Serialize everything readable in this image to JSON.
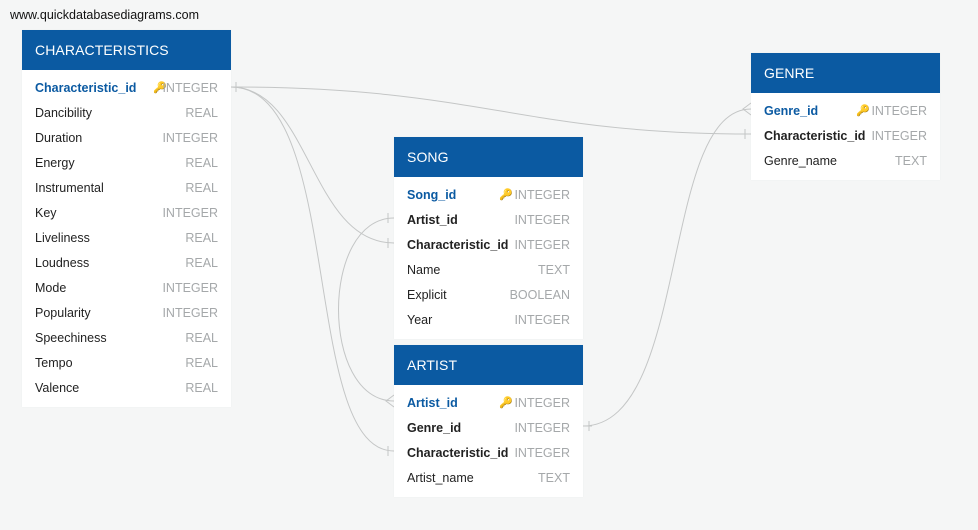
{
  "watermark": "www.quickdatabasediagrams.com",
  "key_icon": "🔑",
  "colors": {
    "header": "#0b5aa2",
    "background": "#f5f6f6",
    "line": "#c4c6c6",
    "pk_text": "#0b5aa2",
    "type_text": "#a5a8aa"
  },
  "tables": {
    "characteristics": {
      "title": "CHARACTERISTICS",
      "columns": [
        {
          "name": "Characteristic_id",
          "type": "INTEGER",
          "key": "pk"
        },
        {
          "name": "Dancibility",
          "type": "REAL"
        },
        {
          "name": "Duration",
          "type": "INTEGER"
        },
        {
          "name": "Energy",
          "type": "REAL"
        },
        {
          "name": "Instrumental",
          "type": "REAL"
        },
        {
          "name": "Key",
          "type": "INTEGER"
        },
        {
          "name": "Liveliness",
          "type": "REAL"
        },
        {
          "name": "Loudness",
          "type": "REAL"
        },
        {
          "name": "Mode",
          "type": "INTEGER"
        },
        {
          "name": "Popularity",
          "type": "INTEGER"
        },
        {
          "name": "Speechiness",
          "type": "REAL"
        },
        {
          "name": "Tempo",
          "type": "REAL"
        },
        {
          "name": "Valence",
          "type": "REAL"
        }
      ]
    },
    "song": {
      "title": "SONG",
      "columns": [
        {
          "name": "Song_id",
          "type": "INTEGER",
          "key": "pk"
        },
        {
          "name": "Artist_id",
          "type": "INTEGER",
          "key": "fk"
        },
        {
          "name": "Characteristic_id",
          "type": "INTEGER",
          "key": "fk"
        },
        {
          "name": "Name",
          "type": "TEXT"
        },
        {
          "name": "Explicit",
          "type": "BOOLEAN"
        },
        {
          "name": "Year",
          "type": "INTEGER"
        }
      ]
    },
    "artist": {
      "title": "ARTIST",
      "columns": [
        {
          "name": "Artist_id",
          "type": "INTEGER",
          "key": "pk"
        },
        {
          "name": "Genre_id",
          "type": "INTEGER",
          "key": "fk"
        },
        {
          "name": "Characteristic_id",
          "type": "INTEGER",
          "key": "fk"
        },
        {
          "name": "Artist_name",
          "type": "TEXT"
        }
      ]
    },
    "genre": {
      "title": "GENRE",
      "columns": [
        {
          "name": "Genre_id",
          "type": "INTEGER",
          "key": "pk"
        },
        {
          "name": "Characteristic_id",
          "type": "INTEGER",
          "key": "fk"
        },
        {
          "name": "Genre_name",
          "type": "TEXT"
        }
      ]
    }
  }
}
